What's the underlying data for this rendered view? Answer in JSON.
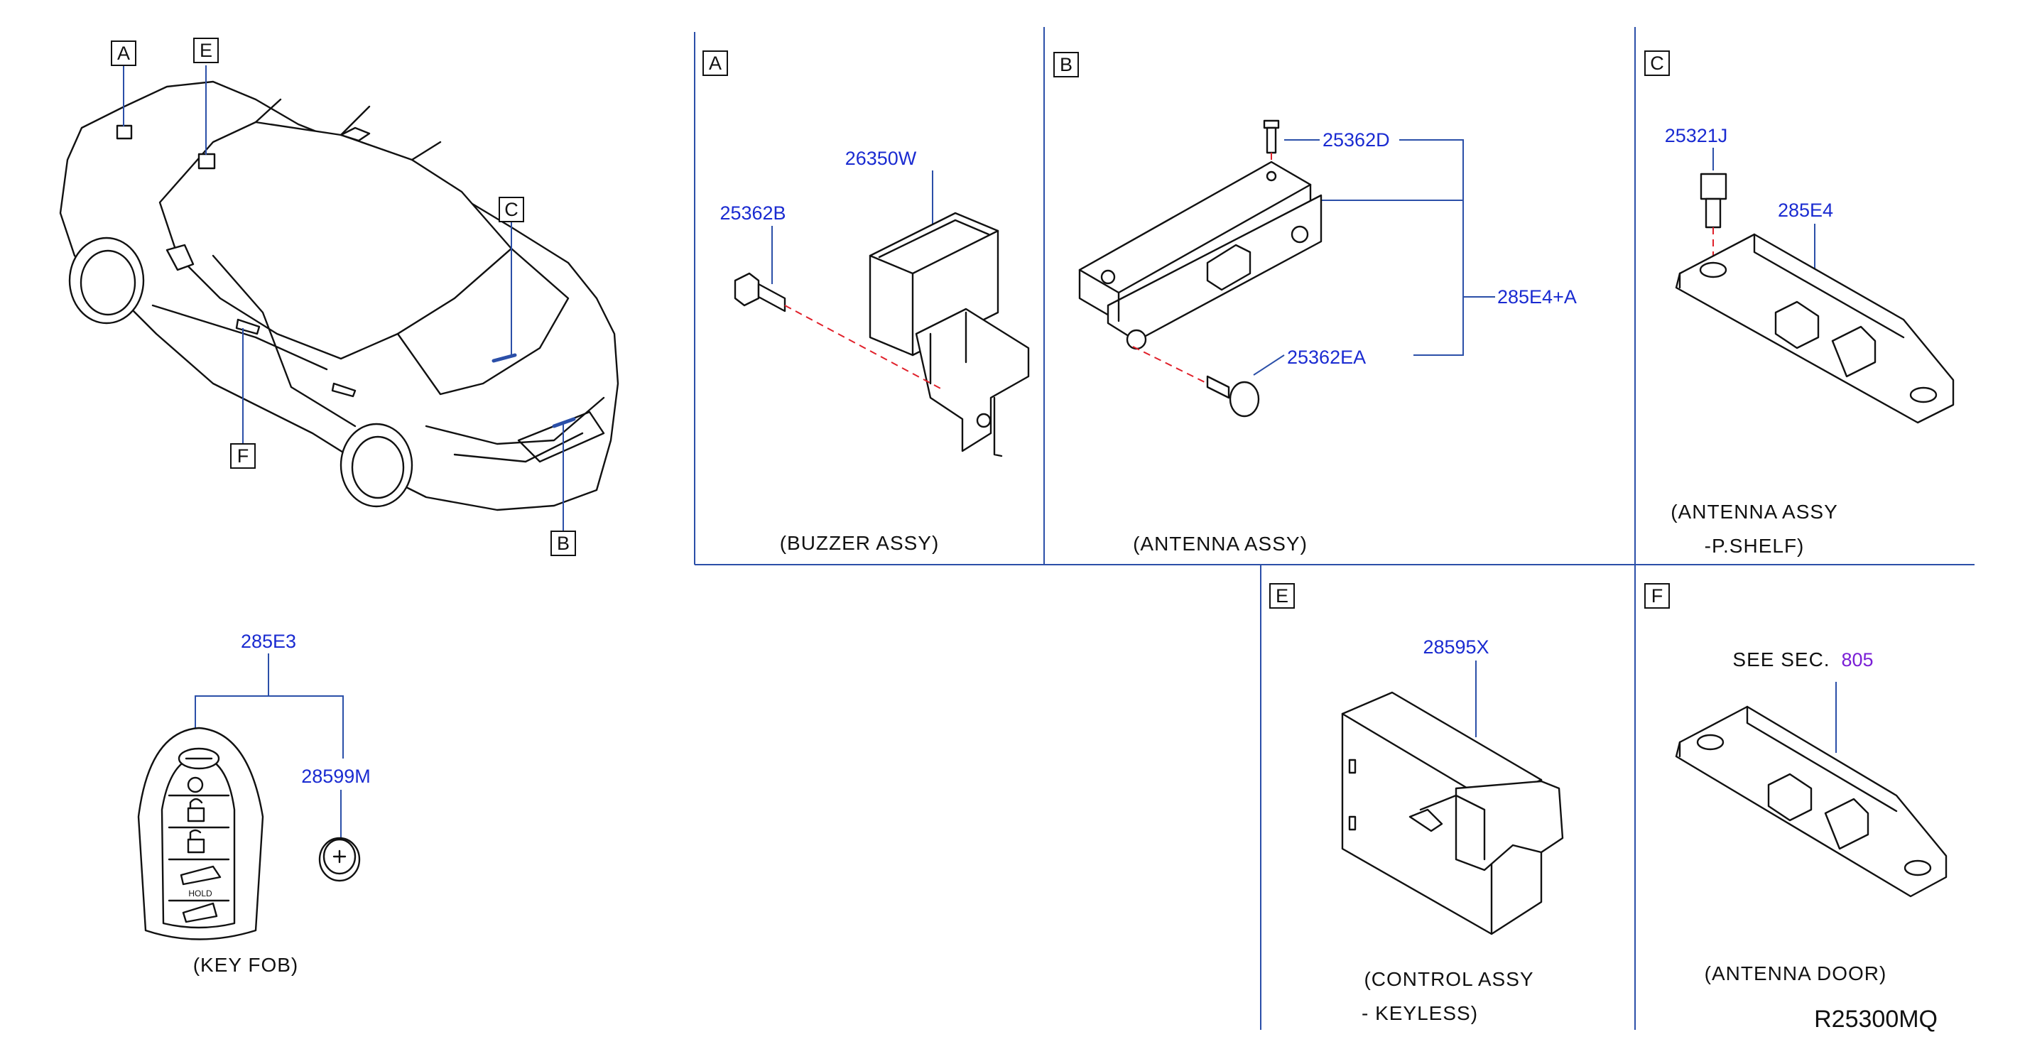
{
  "diagram_code": "R25300MQ",
  "car_callouts": [
    "A",
    "E",
    "C",
    "F",
    "B"
  ],
  "panels": {
    "A": {
      "letter": "A",
      "caption": "(BUZZER   ASSY)",
      "parts": [
        "26350W",
        "25362B"
      ]
    },
    "B": {
      "letter": "B",
      "caption": "(ANTENNA   ASSY)",
      "parts": [
        "25362D",
        "285E4+A",
        "25362EA"
      ]
    },
    "C": {
      "letter": "C",
      "caption_line1": "(ANTENNA   ASSY",
      "caption_line2": "-P.SHELF)",
      "parts": [
        "25321J",
        "285E4"
      ]
    },
    "E": {
      "letter": "E",
      "caption_line1": "(CONTROL   ASSY",
      "caption_line2": "-   KEYLESS)",
      "parts": [
        "28595X"
      ]
    },
    "F": {
      "letter": "F",
      "see_sec_label": "SEE   SEC.",
      "see_sec_ref": "805",
      "caption": "(ANTENNA   DOOR)"
    }
  },
  "key_fob": {
    "caption": "(KEY   FOB)",
    "parts": [
      "285E3",
      "28599M"
    ],
    "hold_label": "HOLD"
  },
  "colors": {
    "part_number": "#1a2bd1",
    "frame_line": "#2b4fa8",
    "dashed_axis": "#e0202a",
    "section_ref": "#7a1fd6"
  }
}
